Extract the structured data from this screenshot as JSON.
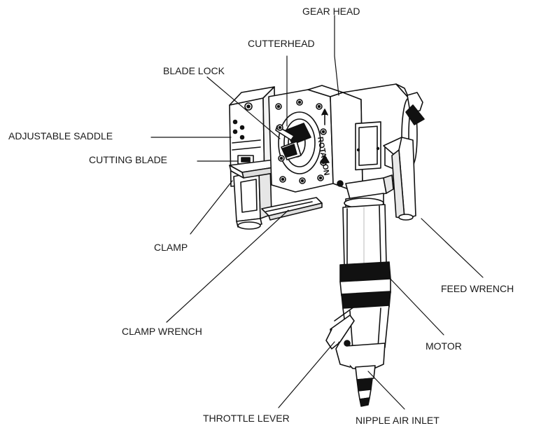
{
  "labels": {
    "gear_head": "GEAR HEAD",
    "cutterhead": "CUTTERHEAD",
    "blade_lock": "BLADE LOCK",
    "adjustable_saddle": "ADJUSTABLE SADDLE",
    "cutting_blade": "CUTTING BLADE",
    "clamp": "CLAMP",
    "clamp_wrench": "CLAMP WRENCH",
    "feed_wrench": "FEED WRENCH",
    "motor": "MOTOR",
    "throttle_lever": "THROTTLE LEVER",
    "nipple_air_inlet": "NIPPLE AIR INLET",
    "rotation": "ROTATION"
  }
}
